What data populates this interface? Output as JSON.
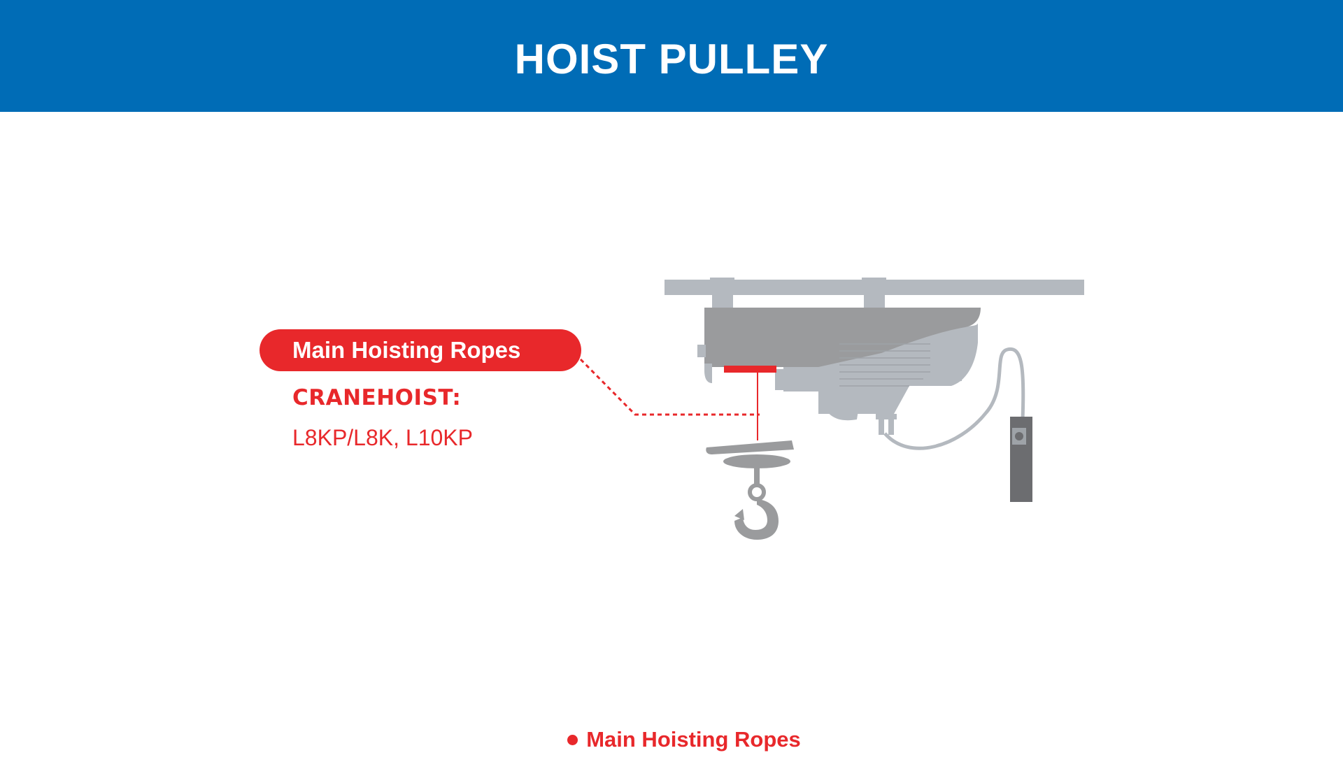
{
  "header": {
    "title": "HOIST PULLEY"
  },
  "callout": {
    "label": "Main Hoisting Ropes",
    "heading": "CRANEHOIST:",
    "models": "L8KP/L8K, L10KP"
  },
  "legend": {
    "items": [
      {
        "label": "Main Hoisting Ropes",
        "color": "#e8282b"
      }
    ]
  },
  "colors": {
    "header_bg": "#006cb6",
    "accent_red": "#e8282b",
    "hoist_light_gray": "#b4b9bf",
    "hoist_mid_gray": "#9a9b9d",
    "hoist_dark_gray": "#6c6d70"
  },
  "icons": {
    "hoist": "electric-hoist-icon",
    "hook": "crane-hook-icon",
    "pendant": "pendant-controller-icon"
  }
}
